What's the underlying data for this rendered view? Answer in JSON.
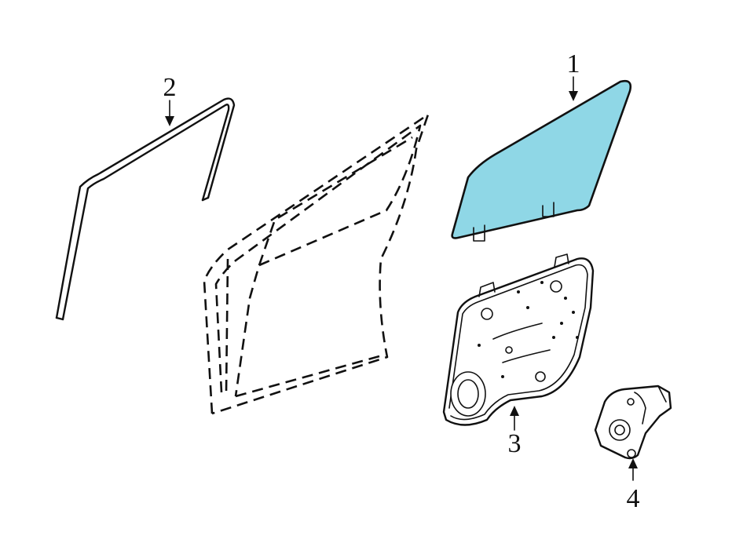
{
  "colors": {
    "glass_fill": "#8fd7e6",
    "line": "#111111",
    "background": "#ffffff"
  },
  "callouts": [
    {
      "number": "1",
      "part": "door-glass"
    },
    {
      "number": "2",
      "part": "glass-run-channel"
    },
    {
      "number": "3",
      "part": "window-regulator-carrier-plate"
    },
    {
      "number": "4",
      "part": "window-motor"
    }
  ]
}
